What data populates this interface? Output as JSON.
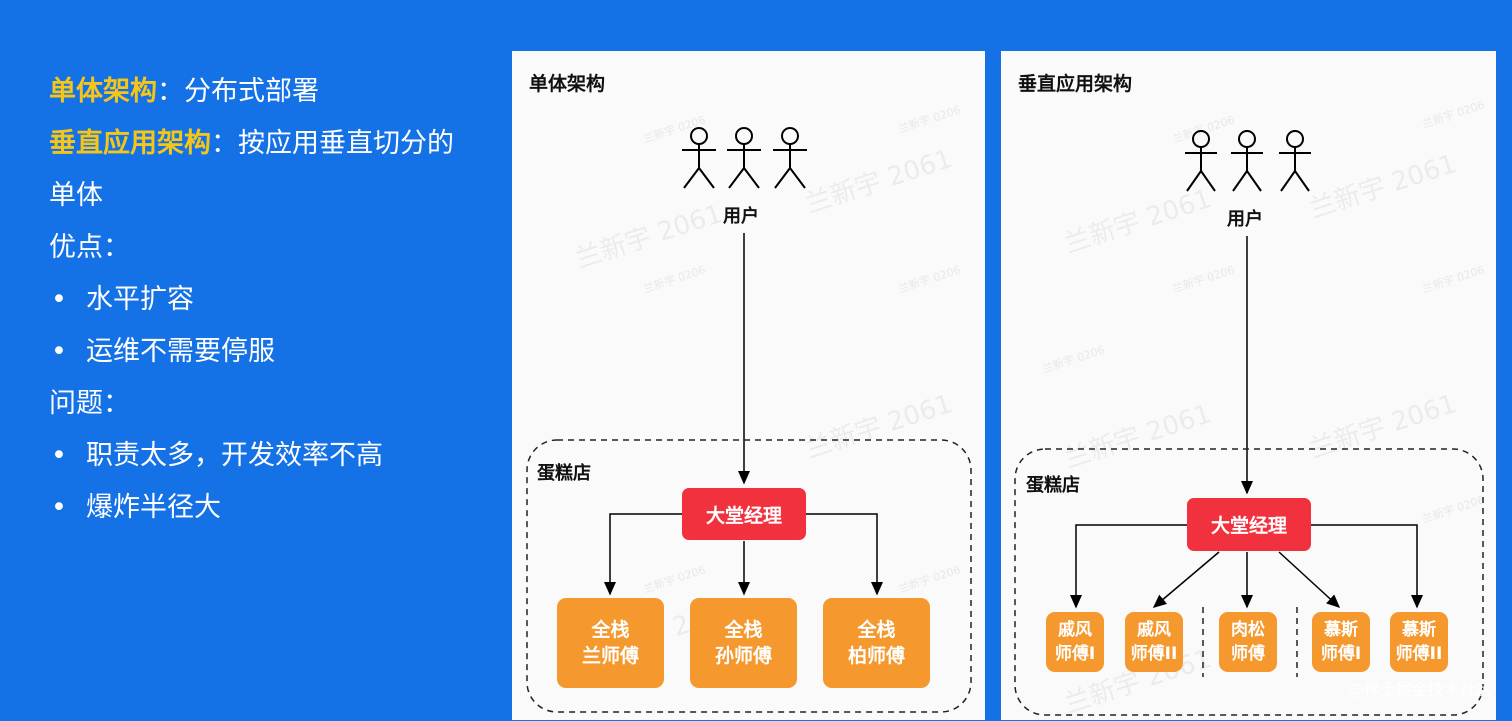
{
  "left_text": {
    "line1_highlight": "单体架构",
    "line1_rest": "：分布式部署",
    "line2_highlight": "垂直应用架构",
    "line2_rest": "：按应用垂直切分的",
    "line3": "单体",
    "pros_title": "优点：",
    "pros": [
      "水平扩容",
      "运维不需要停服"
    ],
    "cons_title": "问题：",
    "cons": [
      "职责太多，开发效率不高",
      "爆炸半径大"
    ],
    "bullet_symbol": "•"
  },
  "panel1": {
    "title": "单体架构",
    "user_label": "用户",
    "shop_label": "蛋糕店",
    "manager": "大堂经理",
    "workers": [
      {
        "line1": "全栈",
        "line2": "兰师傅"
      },
      {
        "line1": "全栈",
        "line2": "孙师傅"
      },
      {
        "line1": "全栈",
        "line2": "柏师傅"
      }
    ]
  },
  "panel2": {
    "title": "垂直应用架构",
    "user_label": "用户",
    "shop_label": "蛋糕店",
    "manager": "大堂经理",
    "workers": [
      {
        "line1": "戚风",
        "line2": "师傅I"
      },
      {
        "line1": "戚风",
        "line2": "师傅II"
      },
      {
        "line1": "肉松",
        "line2": "师傅"
      },
      {
        "line1": "慕斯",
        "line2": "师傅I"
      },
      {
        "line1": "慕斯",
        "line2": "师傅II"
      }
    ]
  },
  "watermark": {
    "large": "兰新宇 2061",
    "small": "兰新宇 0206"
  },
  "footer": {
    "credit": "@稀土掘金技术社区"
  },
  "colors": {
    "background": "#1471e6",
    "highlight": "#f5c518",
    "manager": "#f2313e",
    "worker": "#f5982d",
    "panel": "#fafafa"
  }
}
